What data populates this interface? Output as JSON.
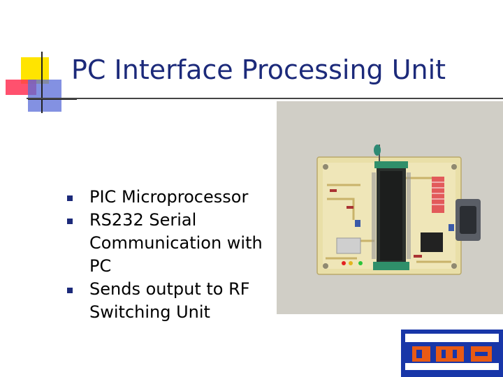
{
  "slide": {
    "title": "PC Interface Processing Unit",
    "bullets": [
      "PIC Microprocessor",
      "RS232 Serial Communication with PC",
      "Sends output to RF Switching Unit"
    ]
  },
  "colors": {
    "title": "#1c2a7a",
    "bullet_marker": "#1c2a7a",
    "accent_yellow": "#ffe400",
    "accent_red": "#ff3355",
    "accent_blue": "#5a6cd8",
    "logo_blue": "#1836a8",
    "logo_orange": "#e85a14"
  },
  "icons": {
    "bullet": "square-bullet-icon",
    "logo": "company-logo-icon"
  }
}
